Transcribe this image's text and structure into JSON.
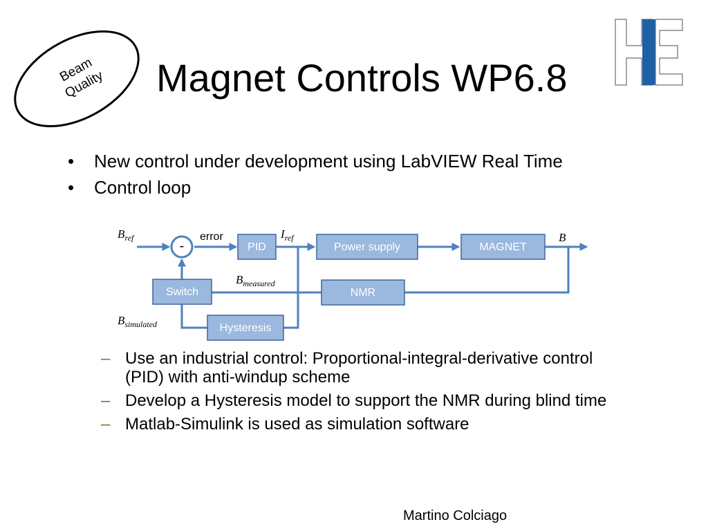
{
  "badge": {
    "line1": "Beam",
    "line2": "Quality"
  },
  "title": "Magnet Controls WP6.8",
  "logo": {
    "name": "HE logo",
    "accent_color": "#1f5fa8"
  },
  "bullets": [
    "New control under development using LabVIEW Real Time",
    "Control loop"
  ],
  "diagram": {
    "blocks": {
      "pid": "PID",
      "power_supply": "Power supply",
      "magnet": "MAGNET",
      "switch": "Switch",
      "nmr": "NMR",
      "hysteresis": "Hysteresis"
    },
    "summing_sign": "-",
    "labels": {
      "b_ref_main": "B",
      "b_ref_sub": "ref",
      "error": "error",
      "i_ref_main": "I",
      "i_ref_sub": "ref",
      "b_out": "B",
      "b_measured_main": "B",
      "b_measured_sub": "measured",
      "b_simulated_main": "B",
      "b_simulated_sub": "simulated"
    },
    "colors": {
      "block_fill": "#9bb8de",
      "block_stroke": "#3e679a",
      "wire": "#4f81bd"
    }
  },
  "sub_bullets": [
    "Use an industrial control: Proportional-integral-derivative control (PID) with anti-windup scheme",
    "Develop a Hysteresis model to support the NMR during blind time",
    "Matlab-Simulink is used as simulation software"
  ],
  "author": "Martino Colciago"
}
